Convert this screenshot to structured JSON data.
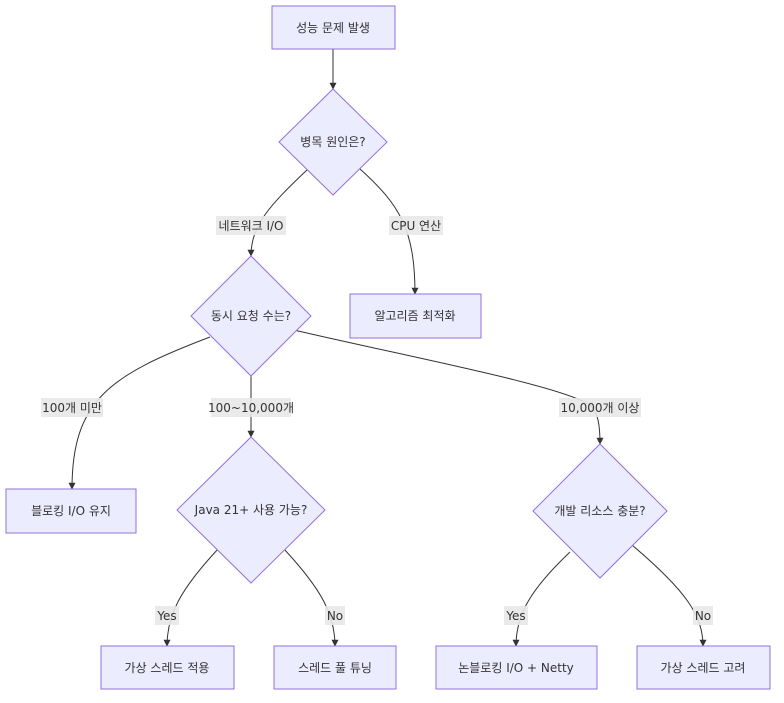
{
  "diagram": {
    "type": "flowchart",
    "colors": {
      "node_fill": "#ECECFF",
      "node_stroke": "#9370DB",
      "edge": "#333333",
      "label_bg": "#e8e8e8",
      "text": "#333333"
    },
    "nodes": {
      "start": "성능 문제 발생",
      "bottleneck": "병목 원인은?",
      "algo": "알고리즘 최적화",
      "concurrency": "동시 요청 수는?",
      "blocking": "블로킹 I/O 유지",
      "java21": "Java 21+ 사용 가능?",
      "dev_resources": "개발 리소스 충분?",
      "virtual_apply": "가상 스레드 적용",
      "pool_tuning": "스레드 풀 튜닝",
      "nonblocking": "논블로킹 I/O + Netty",
      "virtual_consider": "가상 스레드 고려"
    },
    "edge_labels": {
      "network_io": "네트워크 I/O",
      "cpu": "CPU 연산",
      "lt100": "100개 미만",
      "mid": "100~10,000개",
      "gt10000": "10,000개 이상",
      "yes1": "Yes",
      "no1": "No",
      "yes2": "Yes",
      "no2": "No"
    }
  }
}
